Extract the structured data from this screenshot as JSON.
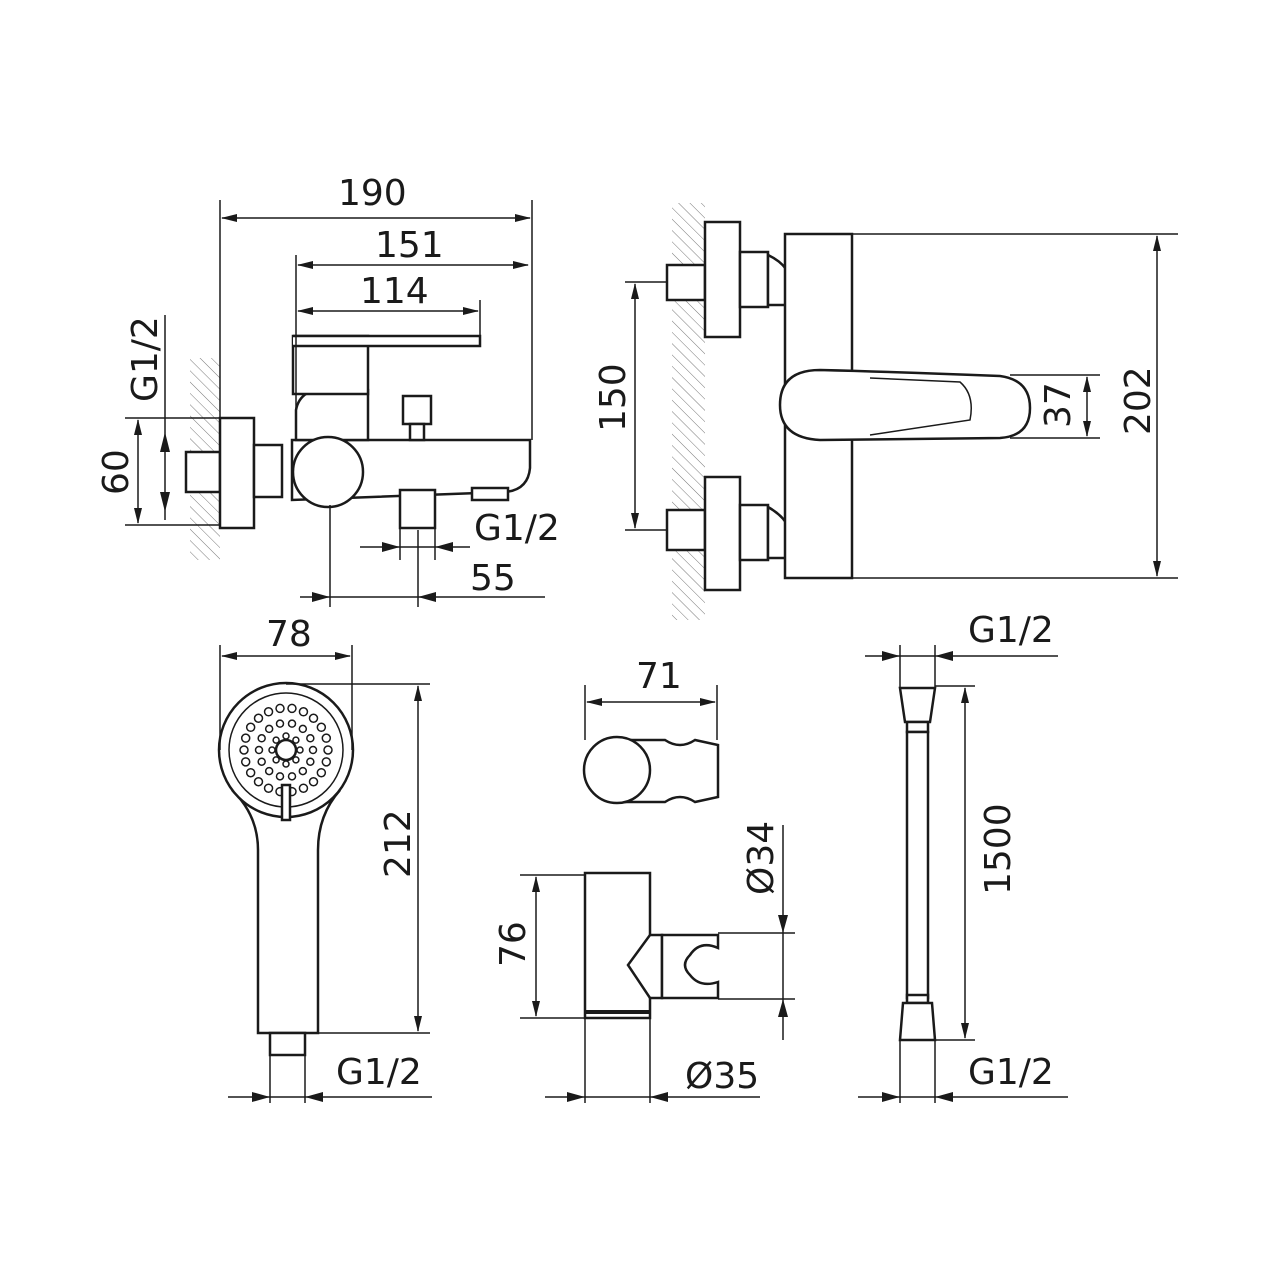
{
  "side_view": {
    "dim_total": "190",
    "dim_spout": "151",
    "dim_lever": "114",
    "thread_left": "G1/2",
    "dim_height": "60",
    "thread_bottom": "G1/2",
    "dim_offset": "55"
  },
  "front_view": {
    "dim_centers": "150",
    "dim_lever": "37",
    "dim_height": "202"
  },
  "hand_shower": {
    "dim_width": "78",
    "dim_length": "212",
    "thread": "G1/2"
  },
  "holder": {
    "dim_width": "71",
    "dim_diameter_34": "Ø34",
    "dim_height": "76",
    "dim_diameter_35": "Ø35"
  },
  "hose": {
    "thread_top": "G1/2",
    "dim_length": "1500",
    "thread_bottom": "G1/2"
  }
}
